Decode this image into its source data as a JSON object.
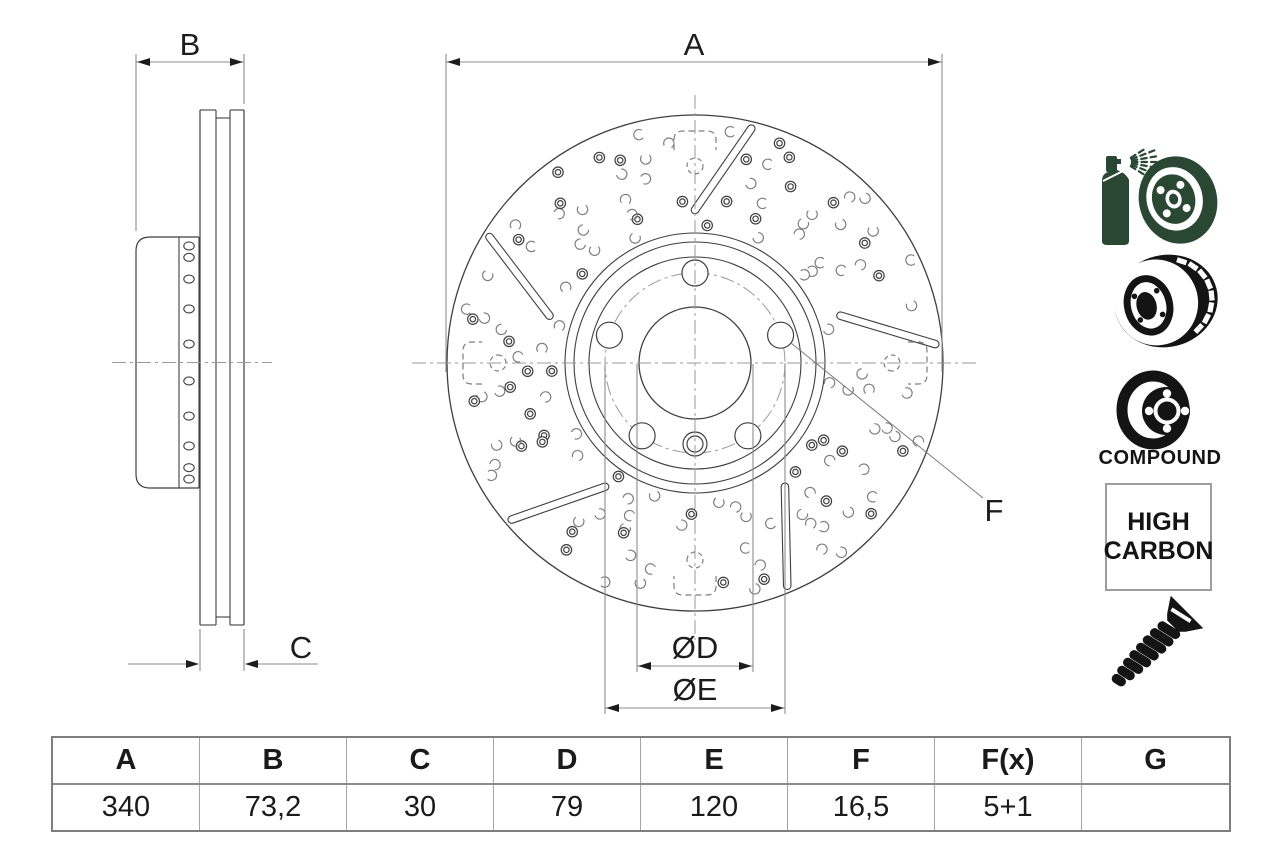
{
  "drawing": {
    "dim_labels": {
      "a": "A",
      "b": "B",
      "c": "C",
      "d": "ØD",
      "e": "ØE",
      "f": "F"
    }
  },
  "icons": {
    "names": [
      "coated-disc-spray-icon",
      "vented-disc-icon",
      "compound-disc-icon",
      "high-carbon-badge",
      "countersunk-screw-icon"
    ],
    "compound_label": "COMPOUND",
    "high_carbon_line1": "HIGH",
    "high_carbon_line2": "CARBON"
  },
  "table": {
    "headers": [
      "A",
      "B",
      "C",
      "D",
      "E",
      "F",
      "F(x)",
      "G"
    ],
    "values": [
      "340",
      "73,2",
      "30",
      "79",
      "120",
      "16,5",
      "5+1",
      ""
    ]
  },
  "colors": {
    "outline": "#3f3f3f",
    "dimension_line": "#8c8c8c",
    "centerline": "#9a9a9a",
    "arrow": "#1c1c1c",
    "icon_black": "#141414",
    "icon_green": "#2a4733",
    "table_border": "#7d7d7d",
    "text": "#1a1a1a",
    "background": "#ffffff"
  }
}
